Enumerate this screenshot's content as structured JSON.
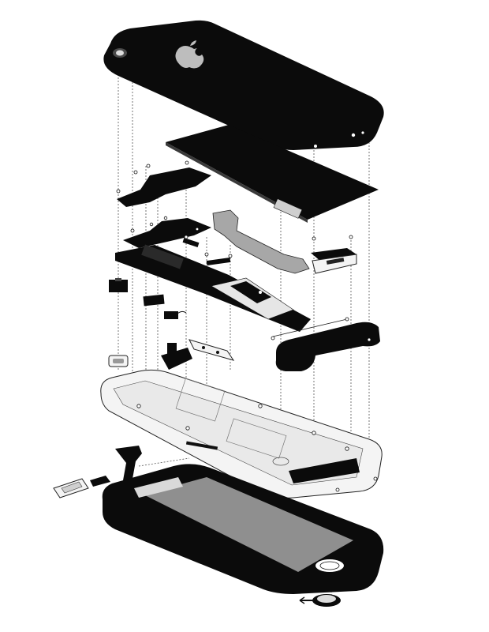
{
  "diagram": {
    "type": "exploded-view",
    "subject": "smartphone-assembly",
    "colors": {
      "ink": "#0b0b0b",
      "metal": "#f4f4f4",
      "grey": "#9a9a9a",
      "screen": "#8f8f8f",
      "background": "#ffffff"
    },
    "icons": [
      "apple-logo-icon"
    ],
    "parts": [
      "back-glass-panel",
      "battery",
      "upper-shield-plate",
      "middle-shield-plate",
      "logic-board",
      "antenna-flex-cable",
      "dock-connector-board",
      "loudspeaker-enclosure",
      "camera-module",
      "front-camera",
      "vibrator-motor",
      "earpiece-speaker",
      "headphone-jack-flex",
      "button-bracket",
      "stainless-steel-frame",
      "display-flex-cable",
      "sim-card-tray",
      "sim-card",
      "display-assembly",
      "home-button"
    ]
  }
}
